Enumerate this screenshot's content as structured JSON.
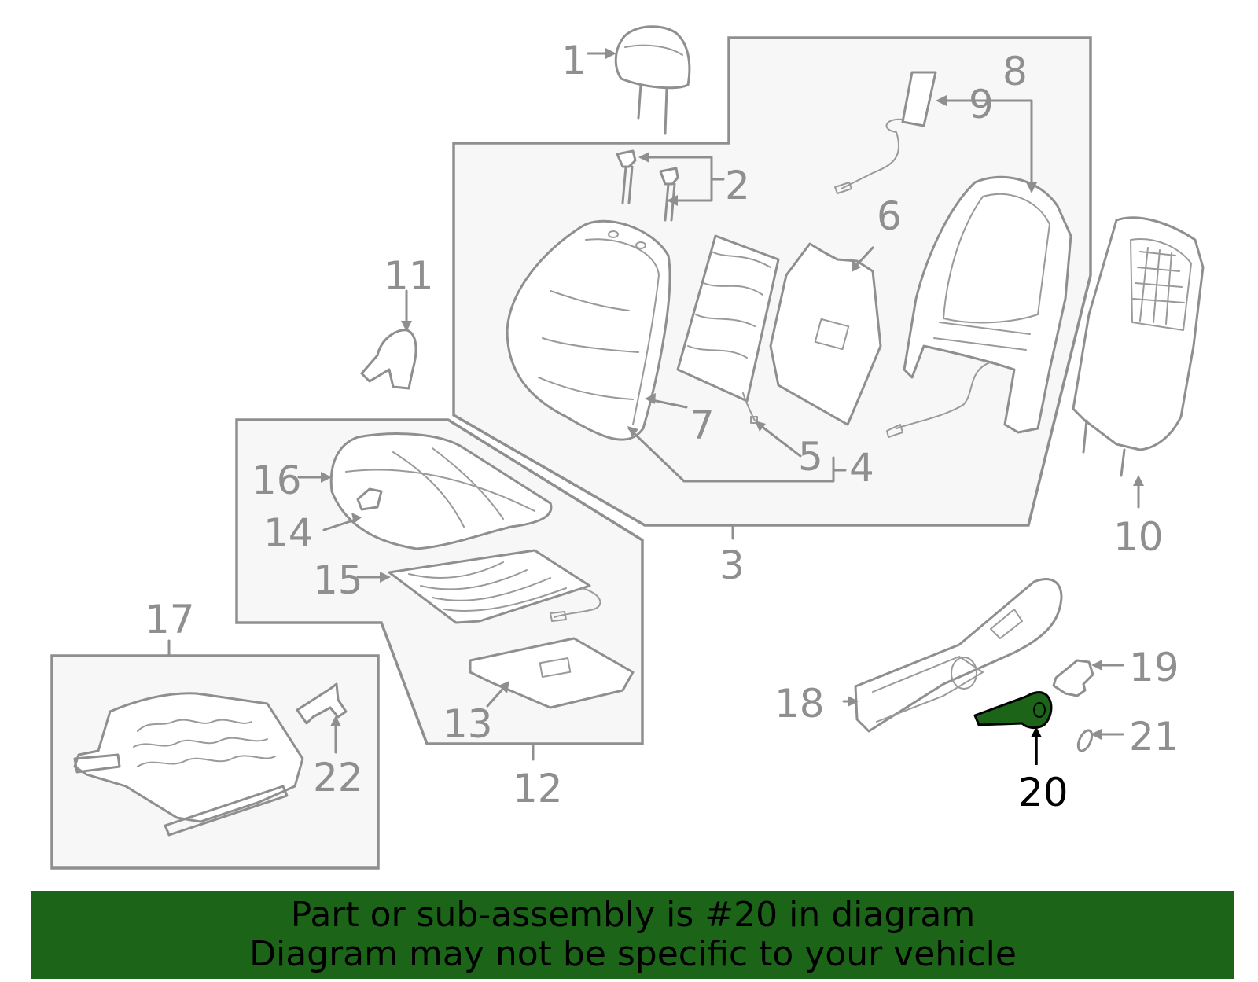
{
  "diagram": {
    "callouts": [
      "1",
      "2",
      "3",
      "4",
      "5",
      "6",
      "7",
      "8",
      "9",
      "10",
      "11",
      "12",
      "13",
      "14",
      "15",
      "16",
      "17",
      "18",
      "19",
      "20",
      "21",
      "22"
    ],
    "highlighted_part": "20",
    "colors": {
      "line": "#8f8f8f",
      "group_fill": "#f7f7f7",
      "highlight_fill": "#1b6418",
      "highlight_text": "#000000",
      "banner_bg": "#1b6418"
    }
  },
  "banner": {
    "line1": "Part or sub-assembly is #20 in diagram",
    "line2": "Diagram may not be specific to your vehicle"
  }
}
